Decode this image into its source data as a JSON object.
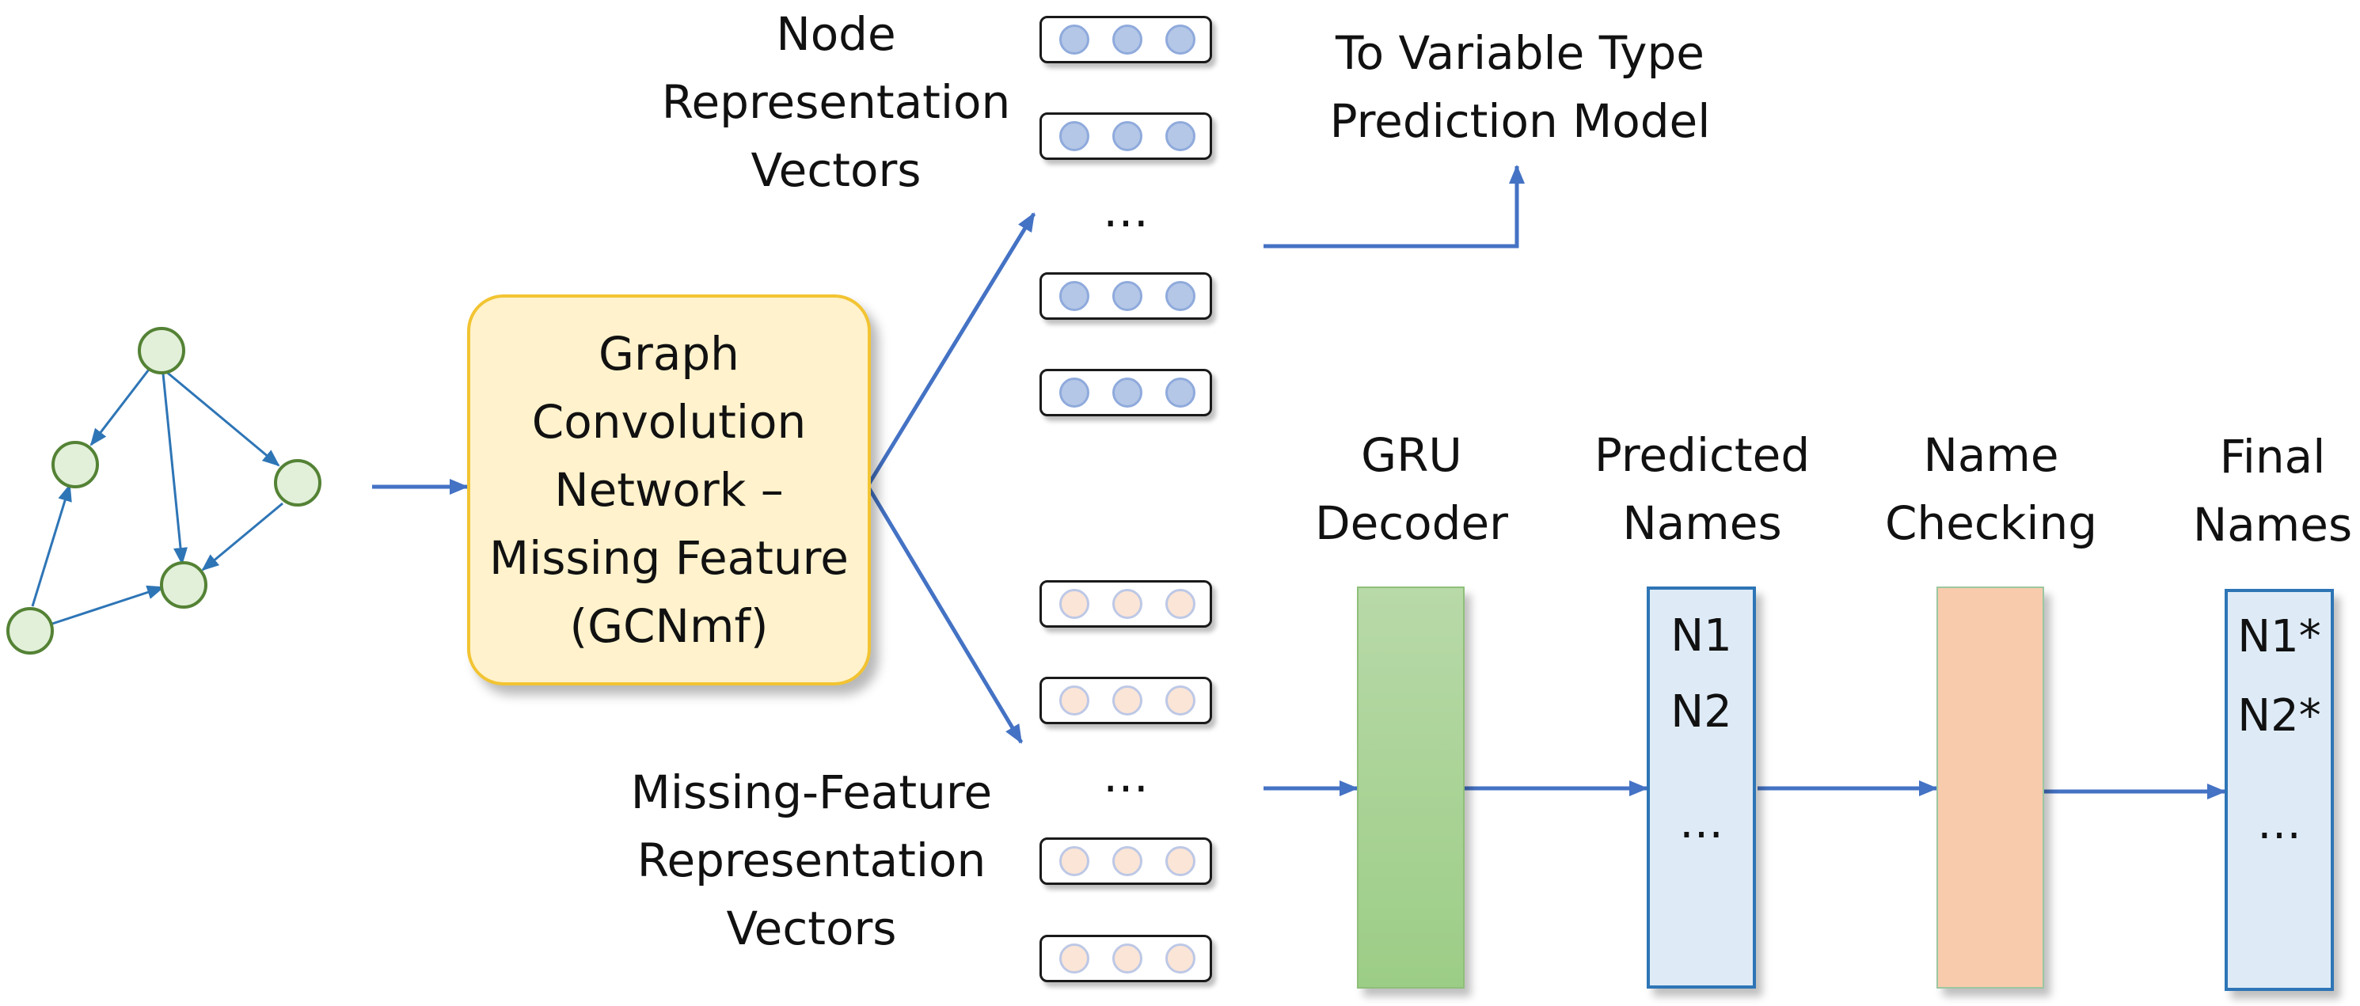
{
  "gcn_box": {
    "lines": [
      "Graph",
      "Convolution",
      "Network –",
      "Missing Feature",
      "(GCNmf)"
    ]
  },
  "node_vectors": {
    "label": [
      "Node",
      "Representation",
      "Vectors"
    ],
    "ellipsis": "…"
  },
  "missing_vectors": {
    "label": [
      "Missing-Feature",
      "Representation",
      "Vectors"
    ],
    "ellipsis": "…"
  },
  "variable_type": {
    "lines": [
      "To Variable Type",
      "Prediction Model"
    ]
  },
  "gru": {
    "lines": [
      "GRU",
      "Decoder"
    ]
  },
  "predicted": {
    "lines": [
      "Predicted",
      "Names"
    ],
    "items": [
      "N1",
      "N2",
      "…"
    ]
  },
  "checking": {
    "lines": [
      "Name",
      "Checking"
    ]
  },
  "final": {
    "lines": [
      "Final",
      "Names"
    ],
    "items": [
      "N1*",
      "N2*",
      "…"
    ]
  },
  "colors": {
    "arrow": "#4472c4",
    "graph_node_fill": "#e2f0d9",
    "graph_node_stroke": "#548235",
    "graph_edge": "#2e75b6",
    "gcn_fill": "#fff2cc",
    "gcn_border": "#f2c432",
    "node_dot": "#b4c7e7",
    "missing_dot": "#fbe5d6",
    "gru_fill": "#a9d18e",
    "name_fill": "#deebf7",
    "checking_fill": "#f8cbad"
  }
}
